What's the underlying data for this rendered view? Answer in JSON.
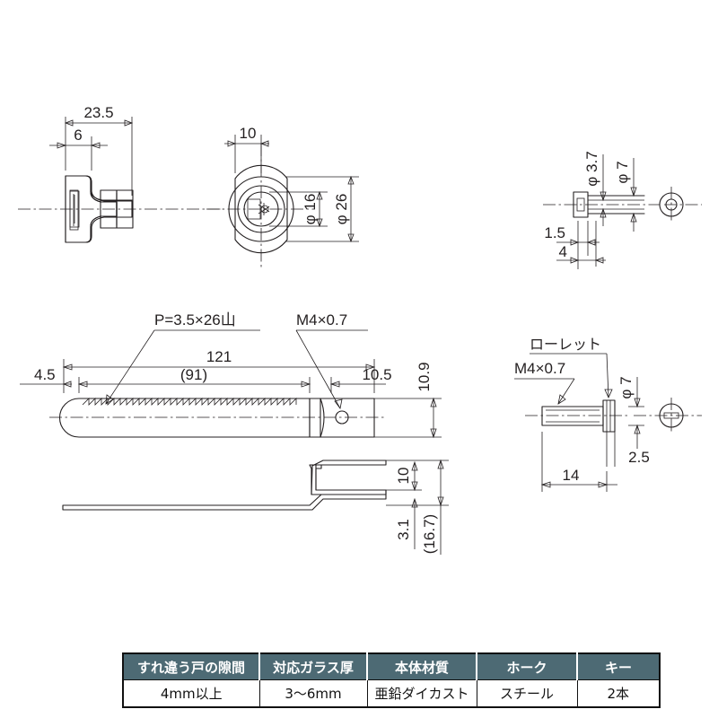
{
  "drawing": {
    "title": "Glass door cylinder lock technical drawing",
    "views": {
      "side_view": {
        "name": "lock body side view"
      },
      "front_view": {
        "name": "lock body front view"
      },
      "screw_detail": {
        "name": "set screw detail"
      },
      "rod_view": {
        "name": "threaded rod side view"
      },
      "knurl_screw": {
        "name": "knurled screw detail"
      },
      "bracket_view": {
        "name": "fork bracket side view"
      }
    },
    "dimensions": {
      "side_overall": "23.5",
      "side_flange": "6",
      "front_offset": "10",
      "dia_inner": "φ 16",
      "dia_outer": "φ 26",
      "screw_dia_small": "φ 3.7",
      "screw_dia_large": "φ 7",
      "screw_len_a": "1.5",
      "screw_len_b": "4",
      "rod_pitch": "P=3.5×26山",
      "rod_thread": "M4×0.7",
      "rod_total": "121",
      "rod_thread_len": "(91)",
      "rod_start": "4.5",
      "rod_end": "10.5",
      "rod_height": "10.9",
      "knurl_label": "ローレット",
      "knurl_thread": "M4×0.7",
      "knurl_dia": "φ 7",
      "knurl_len": "14",
      "knurl_head": "2.5",
      "bracket_gap": "10",
      "bracket_thk": "3.1",
      "bracket_total": "(16.7)"
    }
  },
  "spec_table": {
    "headers": [
      "すれ違う戸の隙間",
      "対応ガラス厚",
      "本体材質",
      "ホーク",
      "キー"
    ],
    "rows": [
      [
        "4mm以上",
        "3～6mm",
        "亜鉛ダイカスト",
        "スチール",
        "2本"
      ]
    ]
  },
  "colors": {
    "line": "#231f20",
    "table_header_bg": "#4d6a74",
    "table_header_fg": "#ffffff",
    "background": "#ffffff"
  }
}
